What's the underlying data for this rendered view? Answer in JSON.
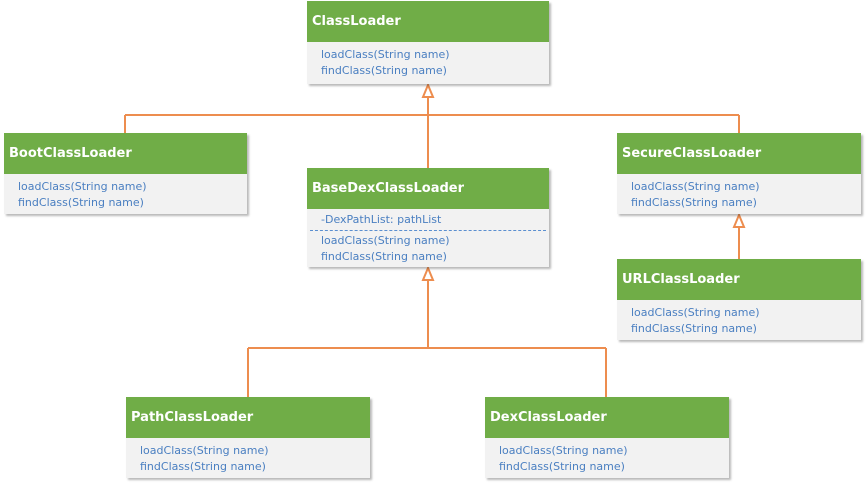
{
  "colors": {
    "header_bg": "#70ad47",
    "header_text": "#ffffff",
    "body_bg": "#f2f2f2",
    "member_text": "#4a7fc1",
    "connector": "#ed8d4f"
  },
  "classes": {
    "classloader": {
      "name": "ClassLoader",
      "methods": [
        "loadClass(String name)",
        "findClass(String name)"
      ]
    },
    "bootclassloader": {
      "name": "BootClassLoader",
      "methods": [
        "loadClass(String name)",
        "findClass(String name)"
      ]
    },
    "basedexclassloader": {
      "name": "BaseDexClassLoader",
      "attributes": [
        "-DexPathList: pathList"
      ],
      "methods": [
        "loadClass(String name)",
        "findClass(String name)"
      ]
    },
    "secureclassloader": {
      "name": "SecureClassLoader",
      "methods": [
        "loadClass(String name)",
        "findClass(String name)"
      ]
    },
    "urlclassloader": {
      "name": "URLClassLoader",
      "methods": [
        "loadClass(String name)",
        "findClass(String name)"
      ]
    },
    "pathclassloader": {
      "name": "PathClassLoader",
      "methods": [
        "loadClass(String name)",
        "findClass(String name)"
      ]
    },
    "dexclassloader": {
      "name": "DexClassLoader",
      "methods": [
        "loadClass(String name)",
        "findClass(String name)"
      ]
    }
  },
  "relations": [
    {
      "child": "BootClassLoader",
      "parent": "ClassLoader",
      "type": "inheritance"
    },
    {
      "child": "BaseDexClassLoader",
      "parent": "ClassLoader",
      "type": "inheritance"
    },
    {
      "child": "SecureClassLoader",
      "parent": "ClassLoader",
      "type": "inheritance"
    },
    {
      "child": "URLClassLoader",
      "parent": "SecureClassLoader",
      "type": "inheritance"
    },
    {
      "child": "PathClassLoader",
      "parent": "BaseDexClassLoader",
      "type": "inheritance"
    },
    {
      "child": "DexClassLoader",
      "parent": "BaseDexClassLoader",
      "type": "inheritance"
    }
  ]
}
